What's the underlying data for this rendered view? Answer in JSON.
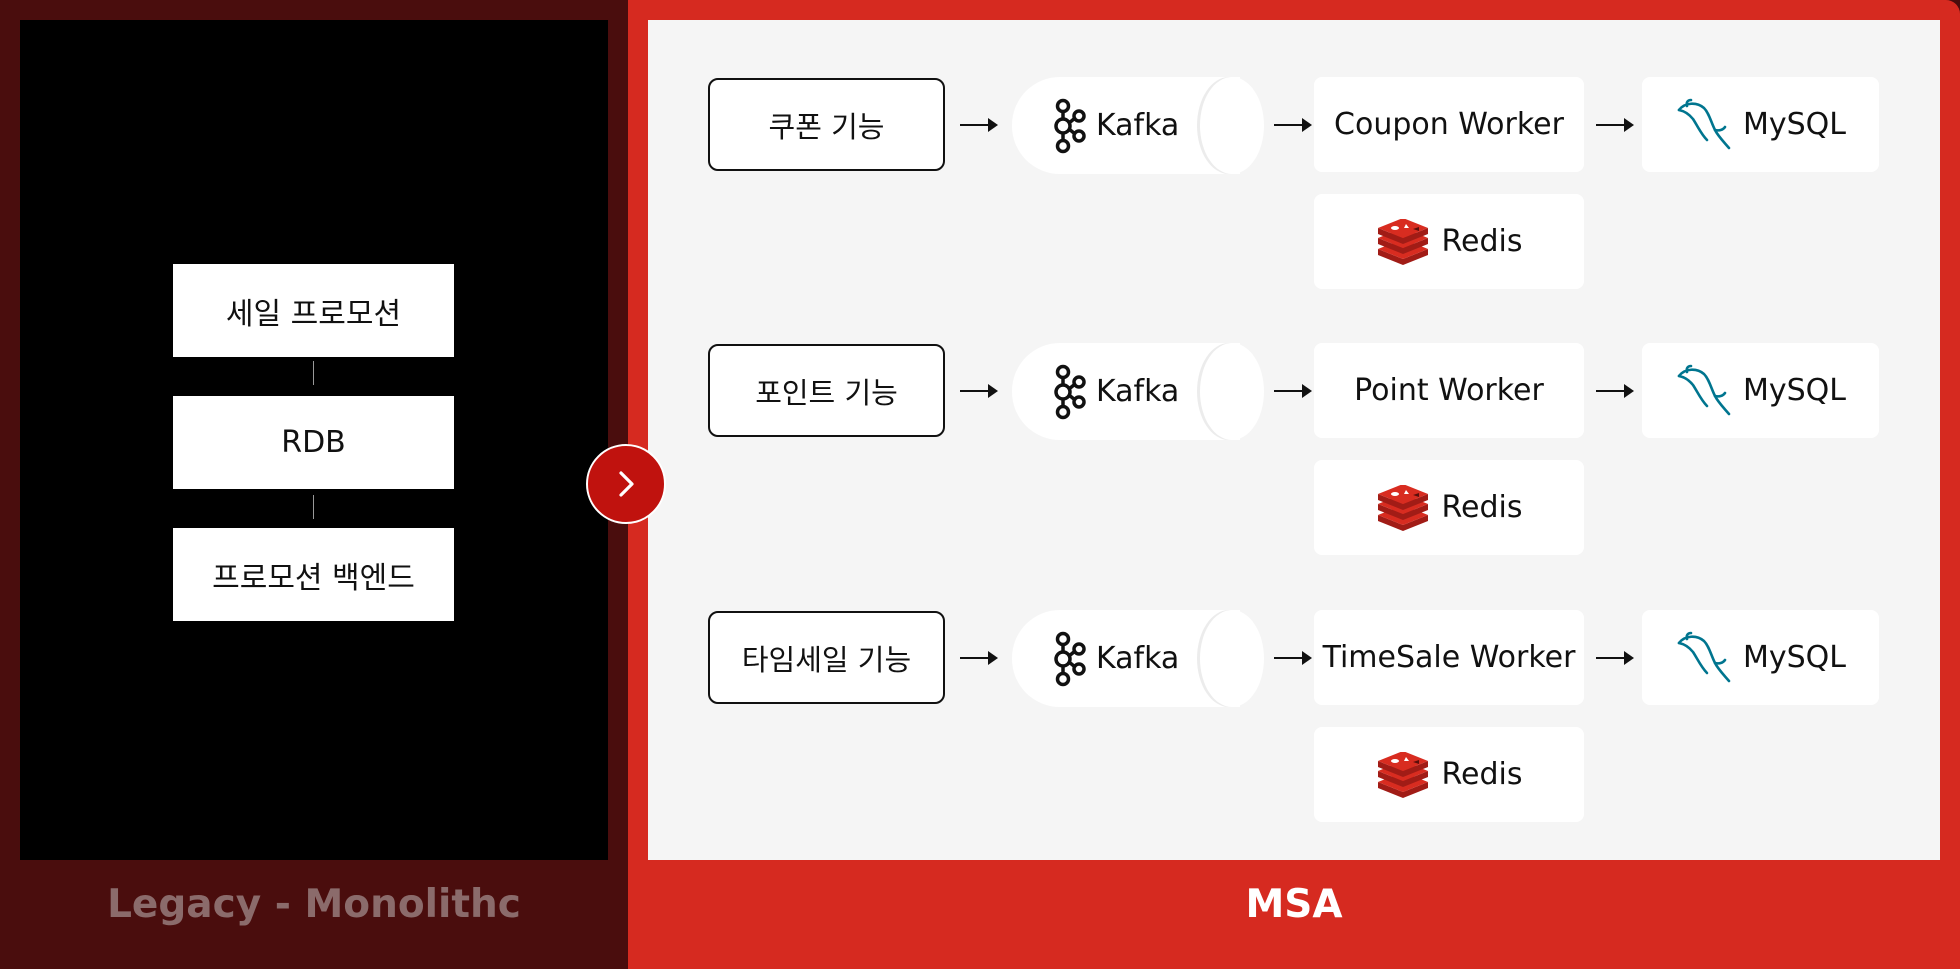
{
  "legacy": {
    "label": "Legacy - Monolithc",
    "boxes": [
      "세일 프로모션",
      "RDB",
      "프로모션 백엔드"
    ]
  },
  "msa": {
    "label": "MSA",
    "rows": [
      {
        "feature": "쿠폰 기능",
        "queue": "Kafka",
        "worker": "Coupon Worker",
        "db": "MySQL",
        "cache": "Redis"
      },
      {
        "feature": "포인트 기능",
        "queue": "Kafka",
        "worker": "Point Worker",
        "db": "MySQL",
        "cache": "Redis"
      },
      {
        "feature": "타임세일 기능",
        "queue": "Kafka",
        "worker": "TimeSale Worker",
        "db": "MySQL",
        "cache": "Redis"
      }
    ]
  },
  "colors": {
    "legacy_bg": "#4a0d0d",
    "msa_bg": "#d62a20",
    "accent_button": "#c0120e",
    "redis_red": "#d82c20",
    "mysql_teal": "#00758f"
  },
  "icons": {
    "next": "chevron-right-icon",
    "kafka": "kafka-icon",
    "redis": "redis-icon",
    "mysql": "mysql-dolphin-icon"
  }
}
